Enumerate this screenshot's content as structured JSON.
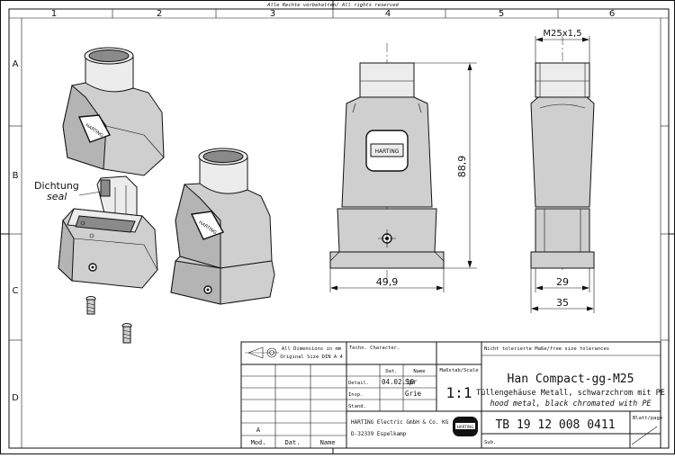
{
  "copyright": "Alle Rechte vorbehalten/ All rights reserved",
  "grid": {
    "columns": [
      "1",
      "2",
      "3",
      "4",
      "5",
      "6"
    ],
    "rows": [
      "A",
      "B",
      "C",
      "D"
    ]
  },
  "dimensions": {
    "thread": "M25x1,5",
    "height": "88,9",
    "width_front": "49,9",
    "width_side_29": "29",
    "width_side_35": "35"
  },
  "labels": {
    "seal_de": "Dichtung",
    "seal_en": "seal",
    "logo": "HARTING"
  },
  "title_block": {
    "note_line1": "All Dimensions in mm",
    "note_line2": "Original Size DIN A 4",
    "tech_char": "Techn. Character.",
    "tolerance": "Nicht tolerierte Maße/free size tolerances",
    "col_dat": "Dat.",
    "col_name": "Name",
    "scale_label": "Maßstab/Scale",
    "row_detail": "Detail.",
    "row_insp": "Insp.",
    "row_stand": "Stand.",
    "detail_date": "04.02.10",
    "detail_name": "Spr",
    "insp_name": "Grie",
    "scale_value": "1:1",
    "title": "Han Compact-gg-M25",
    "desc_de": "Tüllengehäuse Metall, schwarzchrom mit PE",
    "desc_en": "hood metal, black chromated with PE",
    "company_line1": "HARTING Electric GmbH & Co. KG",
    "company_line2": "D-32339 Espelkamp",
    "drawing_number": "TB 19 12 008 0411",
    "sheet_label": "Blatt/page",
    "rev_letter": "A",
    "mod_label": "Mod.",
    "dat_label": "Dat.",
    "name_label": "Name",
    "sub_label": "Sub."
  }
}
